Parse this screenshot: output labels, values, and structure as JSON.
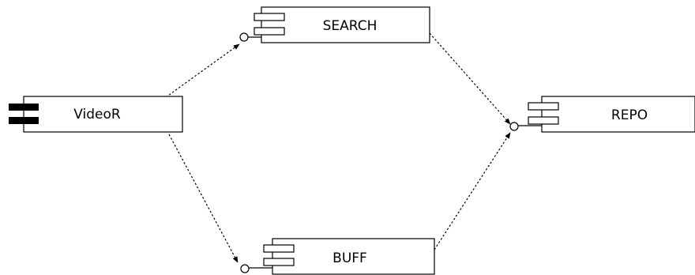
{
  "components": {
    "videor": {
      "label": "VideoR"
    },
    "search": {
      "label": "SEARCH"
    },
    "repo": {
      "label": "REPO"
    },
    "buff": {
      "label": "BUFF"
    }
  }
}
